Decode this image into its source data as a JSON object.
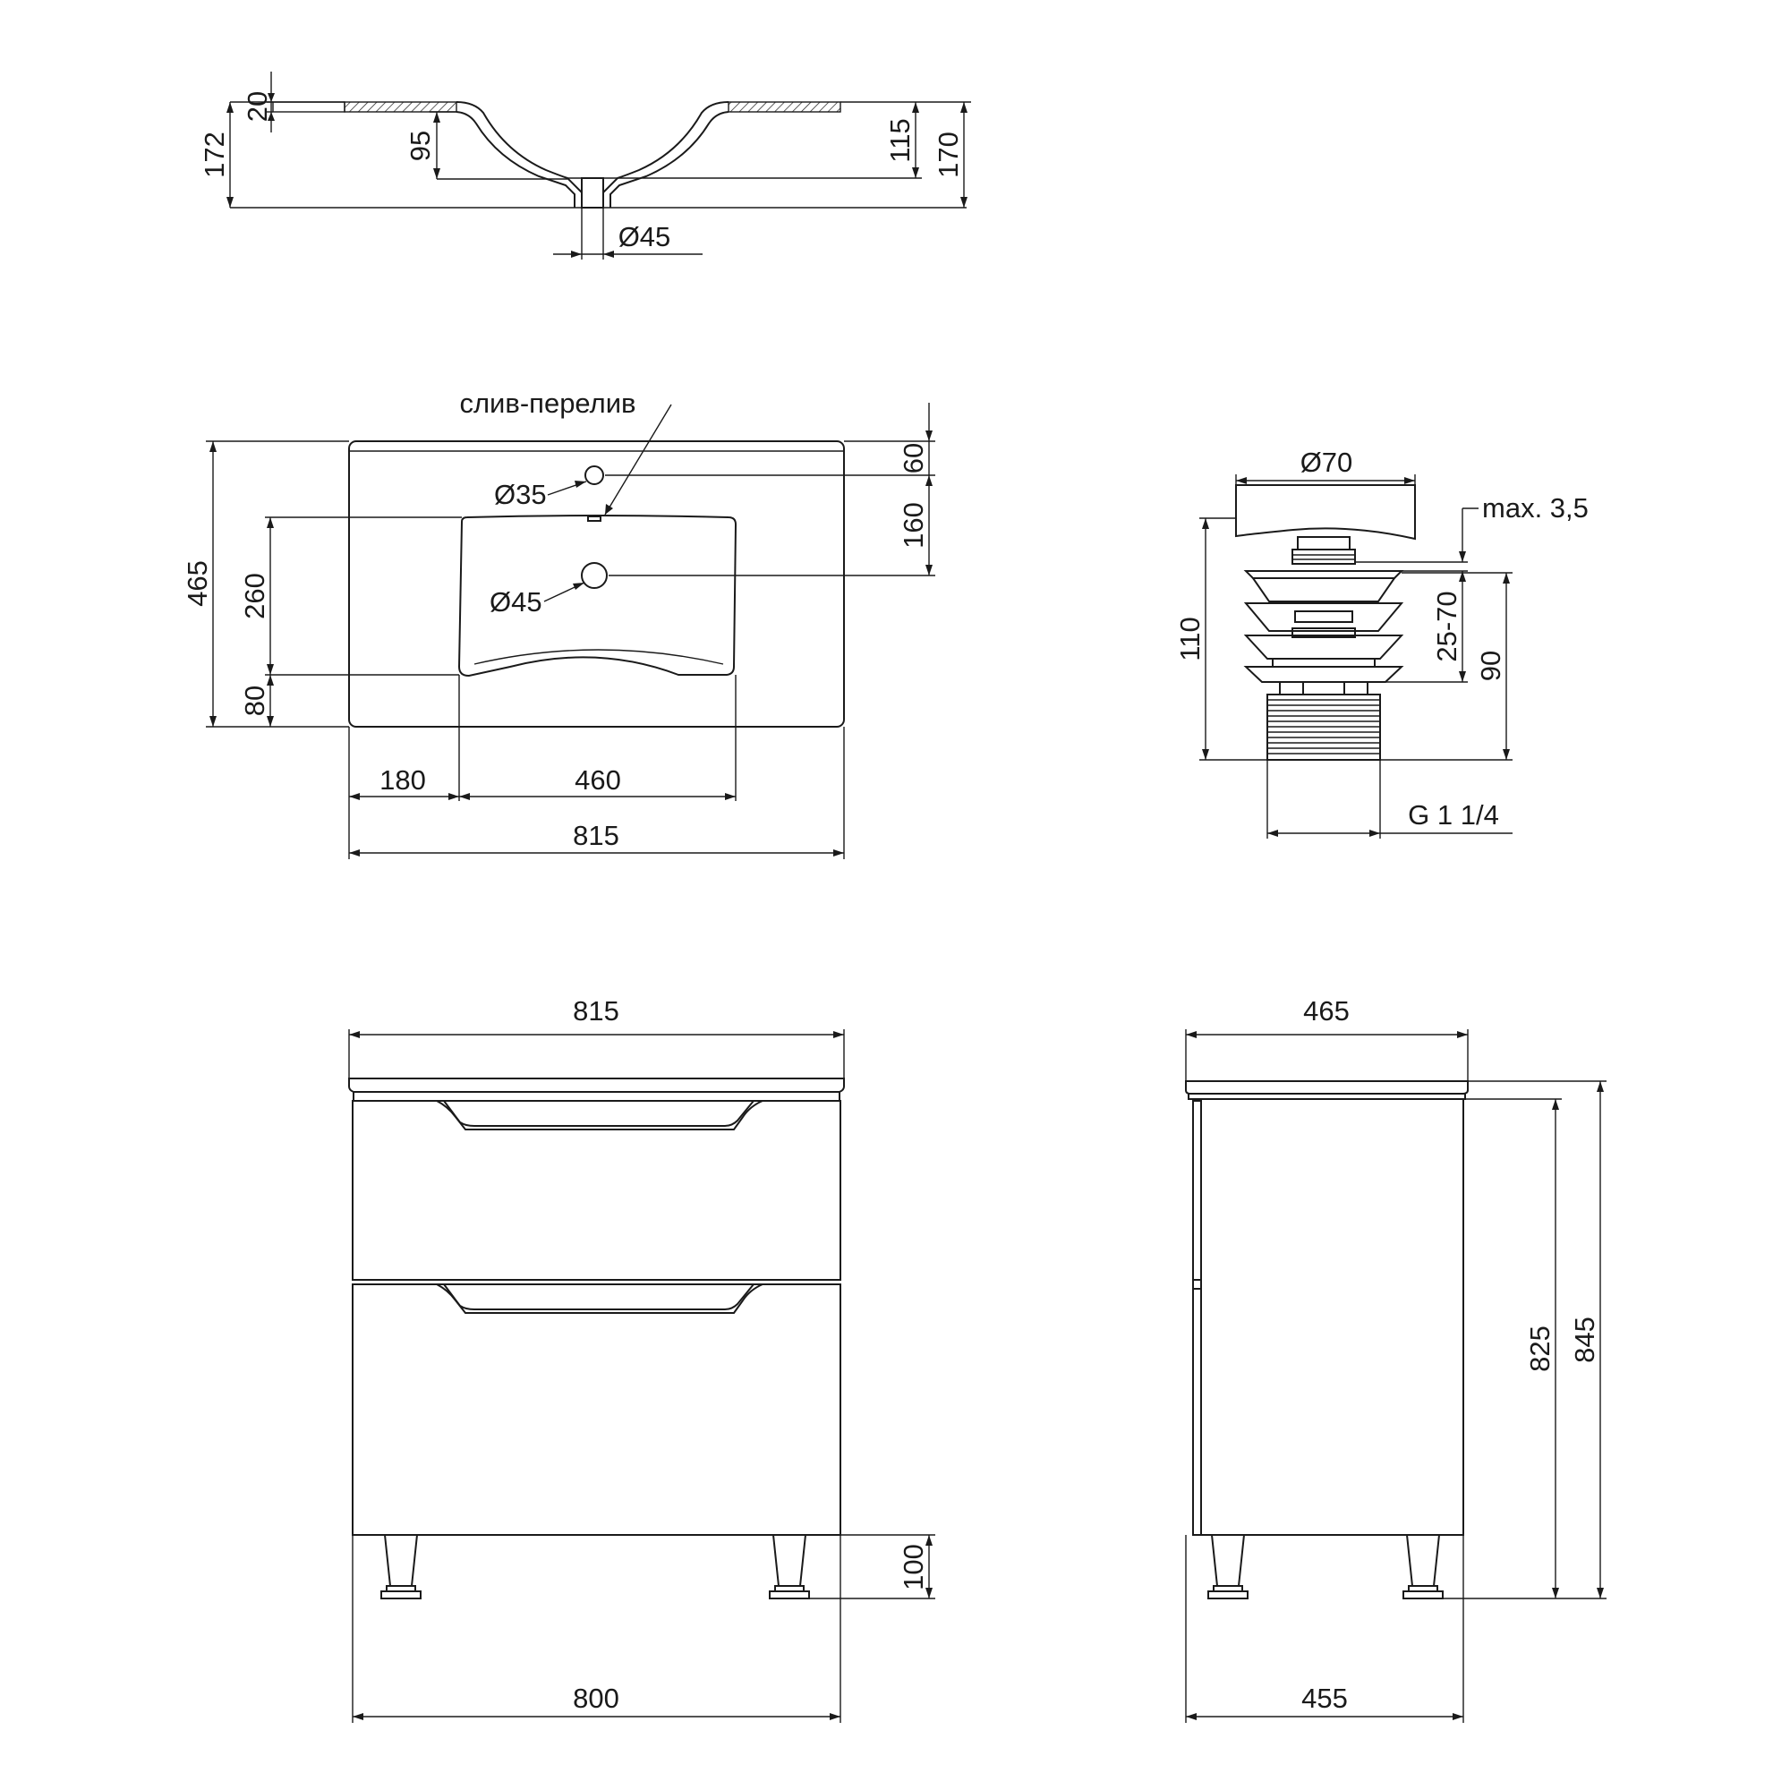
{
  "colors": {
    "line": "#1a1a1a",
    "background": "#ffffff"
  },
  "basin_section": {
    "rim_thickness": "20",
    "overall_height": "172",
    "bowl_depth": "95",
    "depth_right": "115",
    "height_right": "170",
    "drain_diameter": "Ø45"
  },
  "basin_plan": {
    "overflow_label": "слив-перелив",
    "overflow_hole": "Ø35",
    "drain_hole": "Ø45",
    "depth": "465",
    "bowl_depth": "260",
    "front_margin": "80",
    "back_to_overflow": "60",
    "overflow_to_drain": "160",
    "left_offset": "180",
    "bowl_width": "460",
    "total_width": "815"
  },
  "drain_valve": {
    "cap_diameter": "Ø70",
    "max_gap": "max. 3,5",
    "total_height": "110",
    "adjust_range": "25-70",
    "body_height": "90",
    "thread": "G 1 1/4"
  },
  "cabinet_front": {
    "top_width": "815",
    "body_width": "800",
    "leg_height": "100"
  },
  "cabinet_side": {
    "top_depth": "465",
    "body_depth": "455",
    "body_height": "825",
    "total_height": "845"
  }
}
